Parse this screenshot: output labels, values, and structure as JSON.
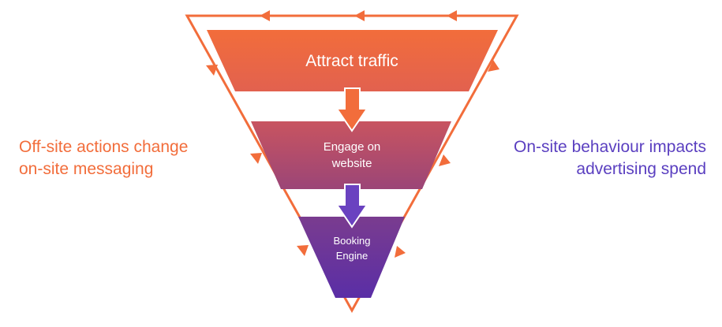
{
  "diagram": {
    "stages": [
      {
        "line1": "Attract traffic",
        "line2": ""
      },
      {
        "line1": "Engage on",
        "line2": "website"
      },
      {
        "line1": "Booking",
        "line2": "Engine"
      }
    ],
    "left_caption": {
      "line1": "Off-site actions change",
      "line2": "on-site messaging"
    },
    "right_caption": {
      "line1": "On-site behaviour impacts",
      "line2": "advertising spend"
    },
    "colors": {
      "orange": "#f26d3b",
      "stage1_top": "#f26d3b",
      "stage1_bottom": "#e2614f",
      "stage2_top": "#c85460",
      "stage2_bottom": "#9b4577",
      "stage3_top": "#7a3c8f",
      "stage3_bottom": "#5a2ea6",
      "purple": "#5a3fc0",
      "arrow_down_1": "#f26d3b",
      "arrow_down_2": "#6a42c0"
    }
  }
}
